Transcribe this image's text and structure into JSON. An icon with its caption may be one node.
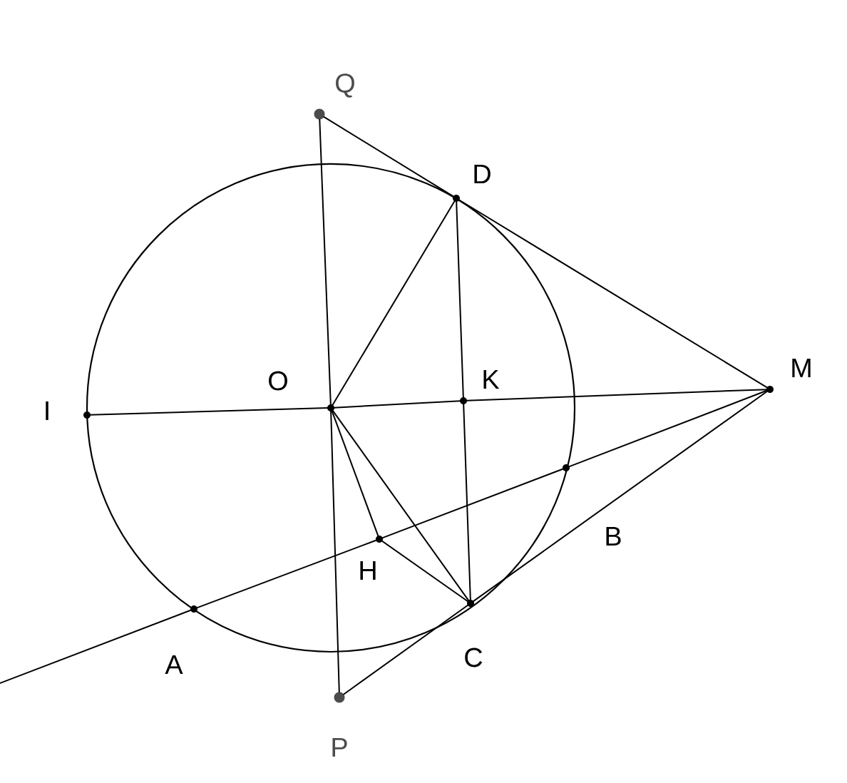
{
  "diagram": {
    "nodes": [
      {
        "text": [],
        "shape": "circle",
        "beside": [
          "Q"
        ]
      },
      {
        "text": [],
        "shape": "circle",
        "beside": [
          "D"
        ]
      },
      {
        "text": [],
        "shape": "circle",
        "beside": [
          "I"
        ]
      },
      {
        "text": [],
        "shape": "circle",
        "beside": [
          "O"
        ]
      },
      {
        "text": [],
        "shape": "circle",
        "beside": [
          "K"
        ]
      },
      {
        "text": [],
        "shape": "circle",
        "beside": [
          "M"
        ]
      },
      {
        "text": [],
        "shape": "circle",
        "beside": [
          "B"
        ]
      },
      {
        "text": [],
        "shape": "circle",
        "beside": [
          "H"
        ]
      },
      {
        "text": [],
        "shape": "circle",
        "beside": [
          "A"
        ]
      },
      {
        "text": [],
        "shape": "circle",
        "beside": [
          "C"
        ]
      },
      {
        "text": [],
        "shape": "circle",
        "beside": [
          "P"
        ]
      }
    ],
    "edges": [
      {
        "from": 0,
        "to": 1,
        "arrow": "none"
      },
      {
        "from": 1,
        "to": 5,
        "arrow": "none"
      },
      {
        "from": 0,
        "to": 3,
        "arrow": "none"
      },
      {
        "from": 3,
        "to": 10,
        "arrow": "none"
      },
      {
        "from": 10,
        "to": 9,
        "arrow": "none"
      },
      {
        "from": 9,
        "to": 5,
        "arrow": "none"
      },
      {
        "from": 2,
        "to": 3,
        "arrow": "none"
      },
      {
        "from": 3,
        "to": 4,
        "arrow": "none"
      },
      {
        "from": 4,
        "to": 5,
        "arrow": "none"
      },
      {
        "from": 1,
        "to": 4,
        "arrow": "none"
      },
      {
        "from": 4,
        "to": 9,
        "arrow": "none"
      },
      {
        "from": 3,
        "to": 1,
        "arrow": "none"
      },
      {
        "from": 3,
        "to": 9,
        "arrow": "none"
      },
      {
        "from": 3,
        "to": 7,
        "arrow": "none"
      },
      {
        "from": 7,
        "to": 9,
        "arrow": "none"
      },
      {
        "from": null,
        "to": 8,
        "arrow": "none"
      },
      {
        "from": 8,
        "to": 7,
        "arrow": "none"
      },
      {
        "from": 7,
        "to": 6,
        "arrow": "none"
      },
      {
        "from": 6,
        "to": 5,
        "arrow": "none"
      }
    ]
  }
}
